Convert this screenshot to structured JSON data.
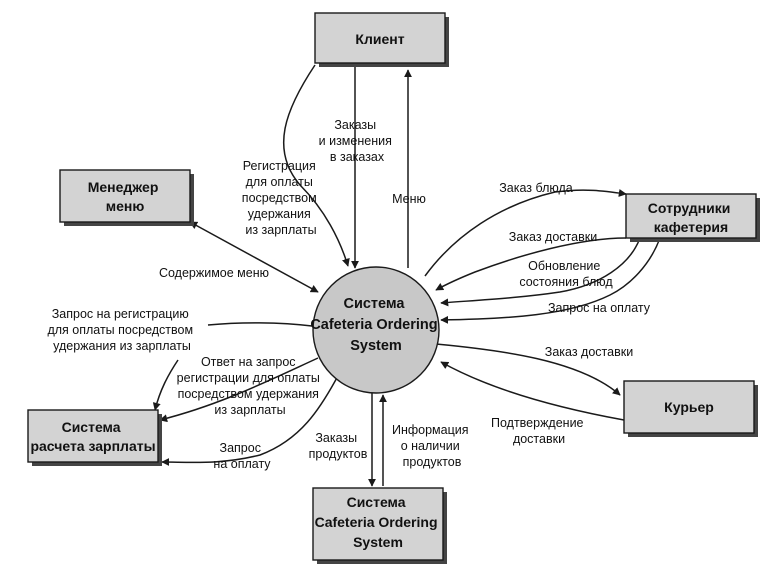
{
  "center": {
    "lines": [
      "Система",
      "Cafeteria Ordering",
      "System"
    ]
  },
  "entities": {
    "client": {
      "lines": [
        "Клиент"
      ]
    },
    "menu_manager": {
      "lines": [
        "Менеджер",
        "меню"
      ]
    },
    "cafeteria_staff": {
      "lines": [
        "Сотрудники",
        "кафетерия"
      ]
    },
    "courier": {
      "lines": [
        "Курьер"
      ]
    },
    "payroll": {
      "lines": [
        "Система",
        "расчета зарплаты"
      ]
    },
    "inventory": {
      "lines": [
        "Система",
        "Cafeteria Ordering",
        "System"
      ]
    }
  },
  "flows": {
    "orders_changes": {
      "lines": [
        "Заказы",
        "и изменения",
        "в заказах"
      ]
    },
    "menu": {
      "lines": [
        "Меню"
      ]
    },
    "payroll_registration": {
      "lines": [
        "Регистрация",
        "для оплаты",
        "посредством",
        "удержания",
        "из зарплаты"
      ]
    },
    "menu_contents": {
      "lines": [
        "Содержимое меню"
      ]
    },
    "meal_order": {
      "lines": [
        "Заказ блюда"
      ]
    },
    "delivery_order_staff": {
      "lines": [
        "Заказ доставки"
      ]
    },
    "meal_status": {
      "lines": [
        "Обновление",
        "состояния блюд"
      ]
    },
    "payment_request_staff": {
      "lines": [
        "Запрос на оплату"
      ]
    },
    "delivery_order_courier": {
      "lines": [
        "Заказ доставки"
      ]
    },
    "delivery_confirmation": {
      "lines": [
        "Подтверждение",
        "доставки"
      ]
    },
    "registration_request": {
      "lines": [
        "Запрос на регистрацию",
        "для оплаты посредством",
        "удержания из зарплаты"
      ]
    },
    "registration_response": {
      "lines": [
        "Ответ на запрос",
        "регистрации для оплаты",
        "посредством удержания",
        "из зарплаты"
      ]
    },
    "payment_request_payroll": {
      "lines": [
        "Запрос",
        "на оплату"
      ]
    },
    "product_orders": {
      "lines": [
        "Заказы",
        "продуктов"
      ]
    },
    "product_availability": {
      "lines": [
        "Информация",
        "о наличии",
        "продуктов"
      ]
    }
  }
}
